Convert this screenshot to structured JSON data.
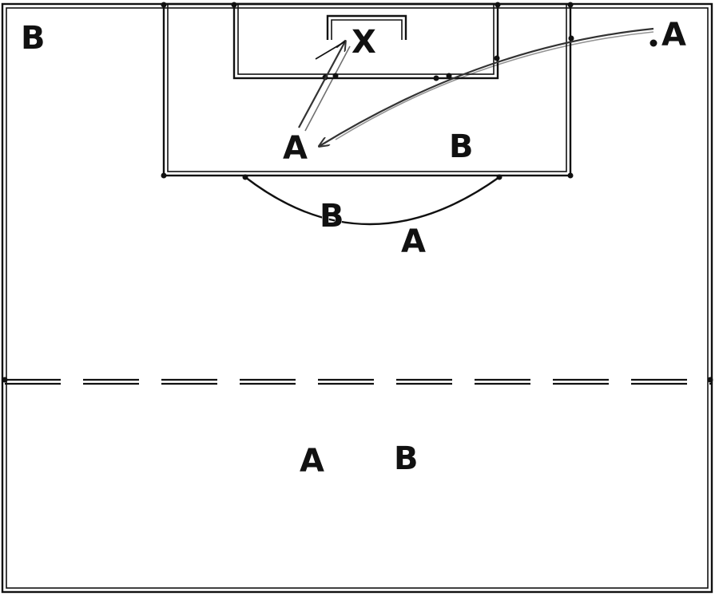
{
  "diagram": {
    "labels": {
      "b_top_left": "B",
      "a_top_right": "A",
      "x_goal": "X",
      "a_in_box": "A",
      "b_in_box": "B",
      "b_arc": "B",
      "a_arc": "A",
      "a_lower": "A",
      "b_lower": "B"
    }
  }
}
